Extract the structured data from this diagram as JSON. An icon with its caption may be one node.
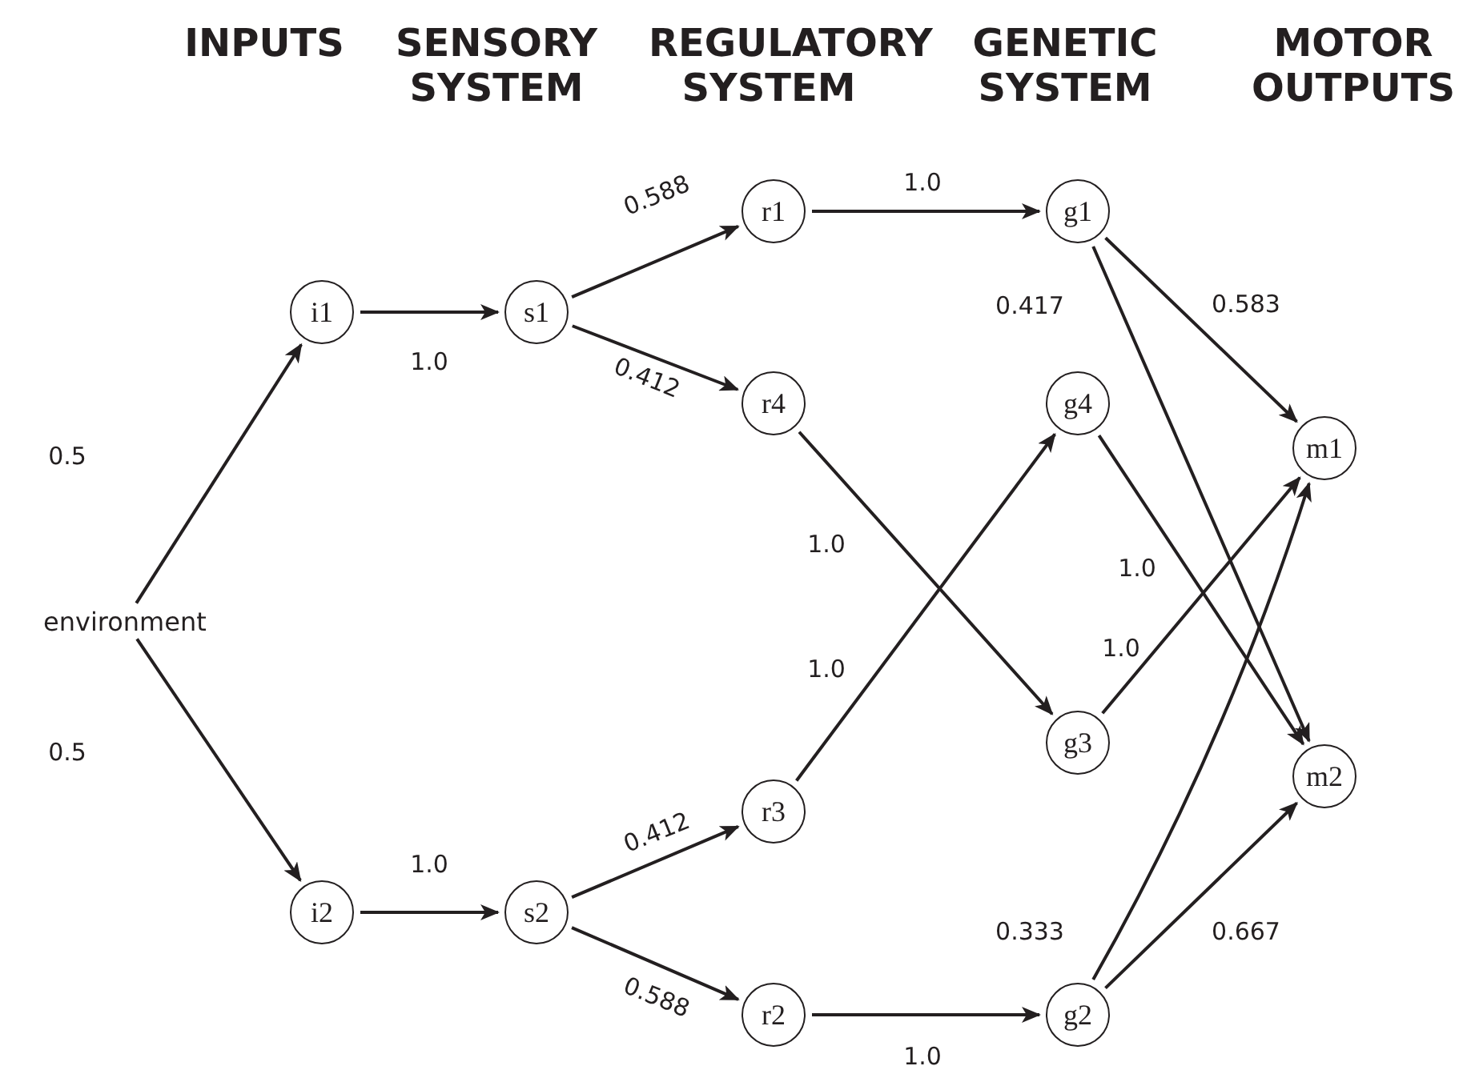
{
  "diagram": {
    "nodes": [
      {
        "text": [
          "environment"
        ]
      },
      {
        "text": [
          "i1"
        ]
      },
      {
        "text": [
          "i2"
        ]
      },
      {
        "text": [
          "s1"
        ]
      },
      {
        "text": [
          "s2"
        ]
      },
      {
        "text": [
          "r1"
        ]
      },
      {
        "text": [
          "r4"
        ]
      },
      {
        "text": [
          "r3"
        ]
      },
      {
        "text": [
          "r2"
        ]
      },
      {
        "text": [
          "g1"
        ]
      },
      {
        "text": [
          "g4"
        ]
      },
      {
        "text": [
          "g3"
        ]
      },
      {
        "text": [
          "g2"
        ]
      },
      {
        "text": [
          "m1"
        ]
      },
      {
        "text": [
          "m2"
        ]
      }
    ],
    "edges": [
      {
        "from": 0,
        "to": 1,
        "arrow": "to",
        "label": "0.5"
      },
      {
        "from": 0,
        "to": 2,
        "arrow": "to",
        "label": "0.5"
      },
      {
        "from": 1,
        "to": 3,
        "arrow": "to",
        "label": "1.0"
      },
      {
        "from": 2,
        "to": 4,
        "arrow": "to",
        "label": "1.0"
      },
      {
        "from": 3,
        "to": 5,
        "arrow": "to",
        "label": "0.588"
      },
      {
        "from": 3,
        "to": 6,
        "arrow": "to",
        "label": "0.412"
      },
      {
        "from": 4,
        "to": 7,
        "arrow": "to",
        "label": "0.412"
      },
      {
        "from": 4,
        "to": 8,
        "arrow": "to",
        "label": "0.588"
      },
      {
        "from": 5,
        "to": 9,
        "arrow": "to",
        "label": "1.0"
      },
      {
        "from": 8,
        "to": 12,
        "arrow": "to",
        "label": "1.0"
      },
      {
        "from": 6,
        "to": 11,
        "arrow": "to",
        "label": "1.0"
      },
      {
        "from": 7,
        "to": 10,
        "arrow": "to",
        "label": "1.0"
      },
      {
        "from": 9,
        "to": 13,
        "arrow": "to",
        "label": "0.583"
      },
      {
        "from": 9,
        "to": 14,
        "arrow": "to",
        "label": "0.417"
      },
      {
        "from": 10,
        "to": 14,
        "arrow": "to",
        "label": "1.0"
      },
      {
        "from": 11,
        "to": 13,
        "arrow": "to",
        "label": "1.0"
      },
      {
        "from": 12,
        "to": 13,
        "arrow": "to",
        "label": "0.333"
      },
      {
        "from": 12,
        "to": 14,
        "arrow": "to",
        "label": "0.667"
      }
    ],
    "labels": [
      "INPUTS",
      "SENSORY SYSTEM",
      "REGULATORY SYSTEM",
      "GENETIC SYSTEM",
      "MOTOR OUTPUTS"
    ]
  }
}
